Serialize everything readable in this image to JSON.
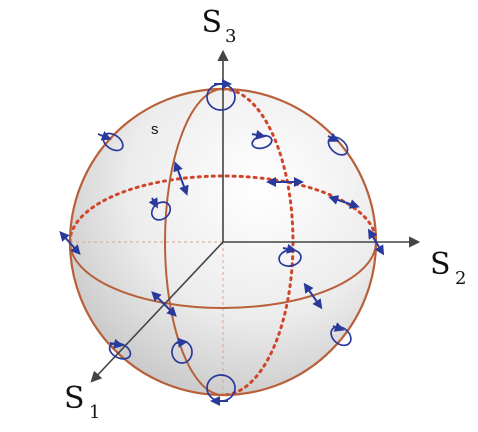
{
  "labels": {
    "s3_main": "S",
    "s3_sub": "3",
    "s2_main": "S",
    "s2_sub": "2",
    "s1_main": "S",
    "s1_sub": "1",
    "point": "s"
  },
  "colors": {
    "sphere_outline": "#b8603a",
    "dotted": "#d0452a",
    "polarization": "#2a3a9c",
    "axis": "#444444",
    "shade_light": "#ffffff",
    "shade_dark": "#c4c4c4"
  }
}
